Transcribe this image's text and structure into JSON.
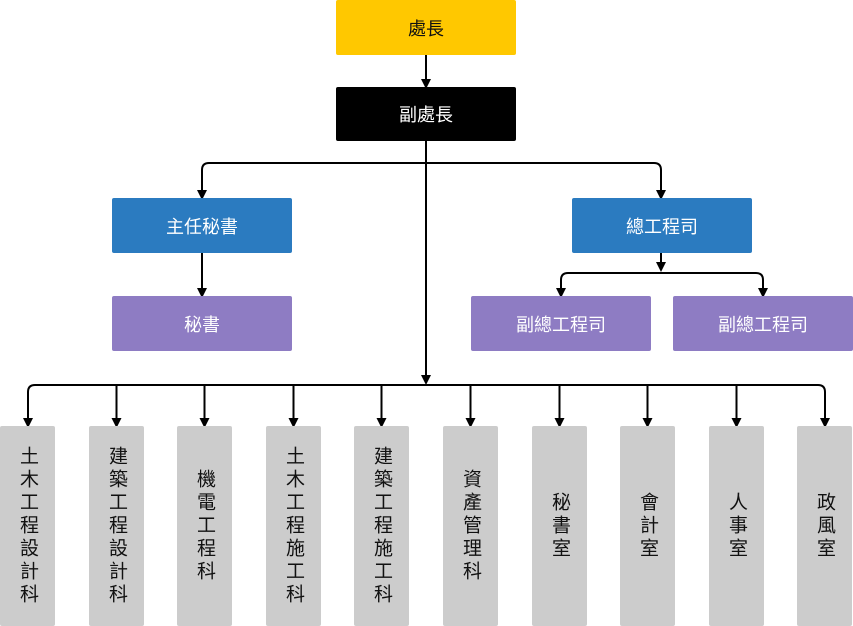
{
  "nodes": {
    "director": "處長",
    "deputy_director": "副處長",
    "chief_secretary": "主任秘書",
    "secretary": "秘書",
    "chief_engineer": "總工程司",
    "deputy_chief_engineer_1": "副總工程司",
    "deputy_chief_engineer_2": "副總工程司"
  },
  "departments": [
    "土木工程設計科",
    "建築工程設計科",
    "機電工程科",
    "土木工程施工科",
    "建築工程施工科",
    "資產管理科",
    "秘書室",
    "會計室",
    "人事室",
    "政風室"
  ],
  "colors": {
    "director": "#ffc800",
    "deputy": "#000000",
    "blue": "#2b7bc0",
    "purple": "#8e7cc3",
    "gray": "#cccccc"
  }
}
